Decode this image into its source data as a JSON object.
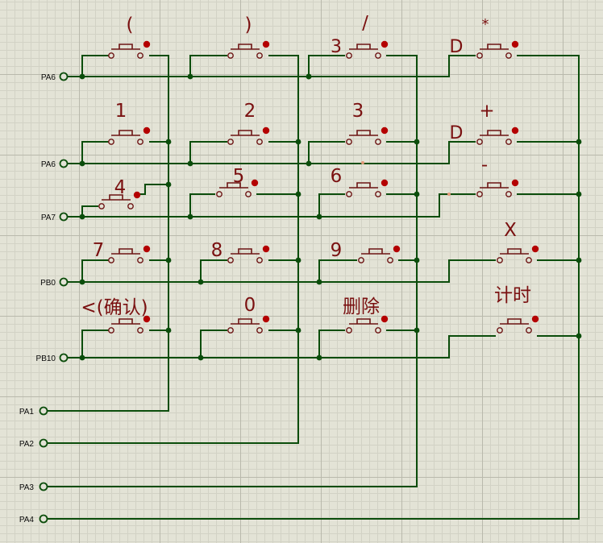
{
  "ports": {
    "rows": [
      {
        "label": "PA6"
      },
      {
        "label": "PA6"
      },
      {
        "label": "PA7"
      },
      {
        "label": "PB0"
      },
      {
        "label": "PB10"
      }
    ],
    "columns": [
      {
        "label": "PA1"
      },
      {
        "label": "PA2"
      },
      {
        "label": "PA3"
      },
      {
        "label": "PA4"
      }
    ]
  },
  "keys": [
    {
      "label": "("
    },
    {
      "label": ")"
    },
    {
      "label": "/"
    },
    {
      "label": "*"
    },
    {
      "label": "1"
    },
    {
      "label": "2"
    },
    {
      "label": "3"
    },
    {
      "label": "+"
    },
    {
      "label": "4"
    },
    {
      "label": "5"
    },
    {
      "label": "6"
    },
    {
      "label": "-"
    },
    {
      "label": "7"
    },
    {
      "label": "8"
    },
    {
      "label": "9"
    },
    {
      "label": "X"
    },
    {
      "label": "<(确认)"
    },
    {
      "label": "0"
    },
    {
      "label": "删除"
    },
    {
      "label": "计时"
    }
  ],
  "side_labels": {
    "row1_col3": "3",
    "row1_col4": "D",
    "row2_col4": "D"
  },
  "colors": {
    "wire": "#0b4d0b",
    "component": "#6d1414",
    "label": "#7a1010",
    "background": "#e3e3d6"
  }
}
